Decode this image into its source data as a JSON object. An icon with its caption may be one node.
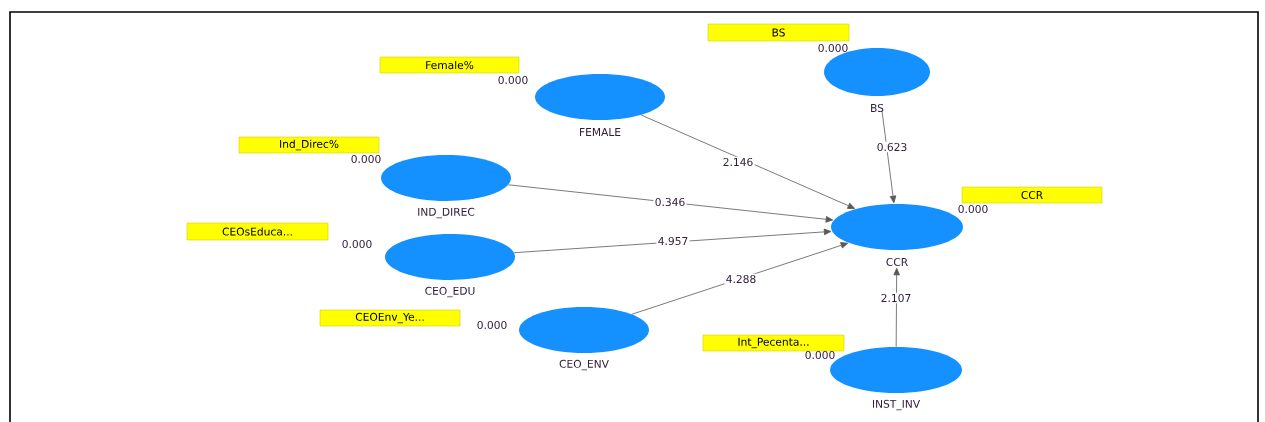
{
  "diagram": {
    "nodes": [
      {
        "text": [
          "BS"
        ]
      },
      {
        "text": [
          "BS"
        ],
        "beside": [
          "0.000"
        ]
      },
      {
        "text": [
          "Female%"
        ]
      },
      {
        "text": [
          "FEMALE"
        ],
        "beside": [
          "0.000"
        ]
      },
      {
        "text": [
          "Ind_Direc%"
        ]
      },
      {
        "text": [
          "IND_DIREC"
        ],
        "beside": [
          "0.000"
        ]
      },
      {
        "text": [
          "CCR"
        ]
      },
      {
        "text": [
          "CCR"
        ],
        "beside": [
          "0.000"
        ]
      },
      {
        "text": [
          "CEOsEduca..."
        ]
      },
      {
        "text": [
          "CEO_EDU"
        ],
        "beside": [
          "0.000"
        ]
      },
      {
        "text": [
          "CEOEnv_Ye..."
        ]
      },
      {
        "text": [
          "CEO_ENV"
        ],
        "beside": [
          "0.000"
        ]
      },
      {
        "text": [
          "Int_Pecenta..."
        ]
      },
      {
        "text": [
          "INST_INV"
        ],
        "beside": [
          "0.000"
        ]
      }
    ],
    "edges": [
      {
        "from": 3,
        "to": 7,
        "arrow": "to",
        "label": "2.146"
      },
      {
        "from": 1,
        "to": 7,
        "arrow": "to",
        "label": "0.623"
      },
      {
        "from": 5,
        "to": 7,
        "arrow": "to",
        "label": "0.346"
      },
      {
        "from": 9,
        "to": 7,
        "arrow": "to",
        "label": "4.957"
      },
      {
        "from": 11,
        "to": 7,
        "arrow": "to",
        "label": "4.288"
      },
      {
        "from": 13,
        "to": 7,
        "arrow": "to",
        "label": "2.107"
      }
    ]
  }
}
